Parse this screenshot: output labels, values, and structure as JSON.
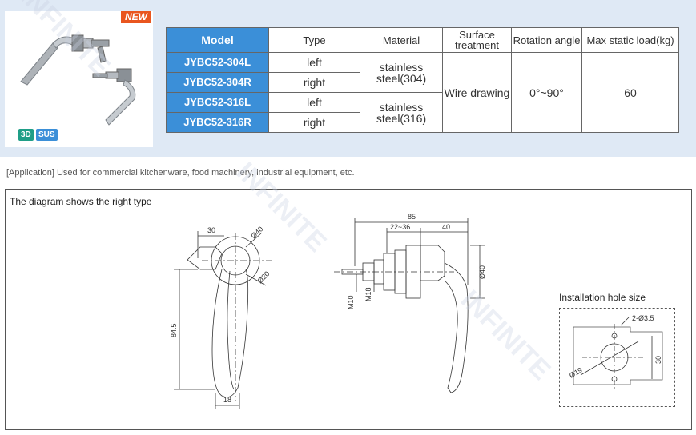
{
  "product": {
    "new_badge": "NEW",
    "tags": [
      "3D",
      "SUS"
    ]
  },
  "table": {
    "headers": [
      "Model",
      "Type",
      "Material",
      "Surface treatment",
      "Rotation angle",
      "Max  static load(kg)"
    ],
    "rows": [
      {
        "model": "JYBC52-304L",
        "type": "left"
      },
      {
        "model": "JYBC52-304R",
        "type": "right"
      },
      {
        "model": "JYBC52-316L",
        "type": "left"
      },
      {
        "model": "JYBC52-316R",
        "type": "right"
      }
    ],
    "material_304": "stainless steel(304)",
    "material_316": "stainless steel(316)",
    "surface": "Wire drawing",
    "rotation": "0°~90°",
    "load": "60"
  },
  "application": "[Application] Used for commercial kitchenware, food machinery, industrial equipment, etc.",
  "diagram": {
    "caption": "The diagram shows the right type",
    "front": {
      "d30": "30",
      "d40": "Ø40",
      "d20": "Ø20",
      "d84": "84.5",
      "d18": "18"
    },
    "side": {
      "d85": "85",
      "d22": "22~36",
      "d40w": "40",
      "d40h": "Ø40",
      "m10": "M10",
      "m18": "M18"
    },
    "hole": {
      "caption": "Installation hole size",
      "d2": "2-Ø3.5",
      "d19": "Ø19",
      "d30": "30"
    }
  },
  "watermark": "INFINITE"
}
